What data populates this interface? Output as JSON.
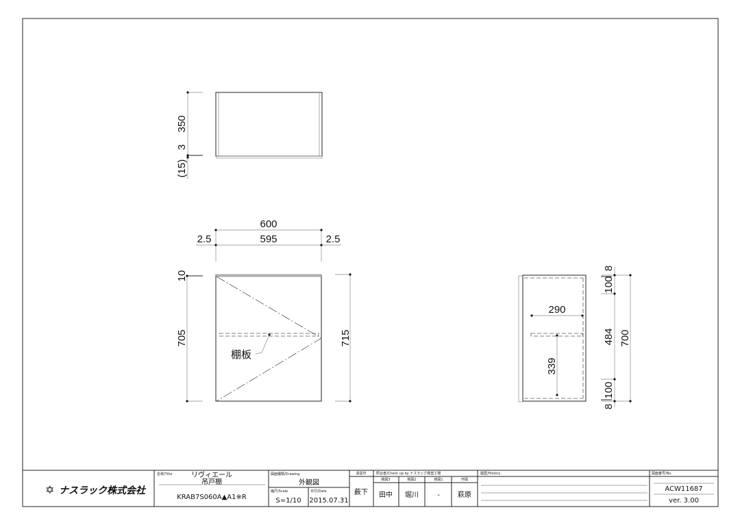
{
  "dimensions": {
    "top_view": {
      "d350": "350",
      "d3": "3",
      "d15": "(15)"
    },
    "front_view": {
      "d600": "600",
      "d595": "595",
      "d2_5_left": "2.5",
      "d2_5_right": "2.5",
      "d10": "10",
      "d705": "705",
      "d715": "715",
      "shelf_label": "棚板"
    },
    "side_view": {
      "d290": "290",
      "d339": "339",
      "d8_top": "8",
      "d100_top": "100",
      "d484": "484",
      "d100_bottom": "100",
      "d8_bottom": "8",
      "d700": "700"
    }
  },
  "title_block": {
    "company": "ナスラック株式会社",
    "title_label": "名称/Title",
    "title_line1": "リヴィエール",
    "title_line2": "吊戸棚",
    "model": "KRAB7S060A▲A1※R",
    "drawing_label": "図面種類/Drawing",
    "drawing": "外観図",
    "scale_label": "縮尺/Scale",
    "scale": "S=1/10",
    "date_label": "日付/Date",
    "date": "2015.07.31",
    "approval_label": "承認印",
    "approval": "薮下",
    "check_label": "照合者/Check up by ナスラック検査工場",
    "check_cols": [
      "検図3",
      "検図2",
      "検図1",
      "作図"
    ],
    "check_vals": [
      "田中",
      "堀川",
      "-",
      "萩原"
    ],
    "history_label": "履歴/History",
    "no_label": "図面番号/No.",
    "number": "ACW11687",
    "version": "ver. 3.00"
  }
}
